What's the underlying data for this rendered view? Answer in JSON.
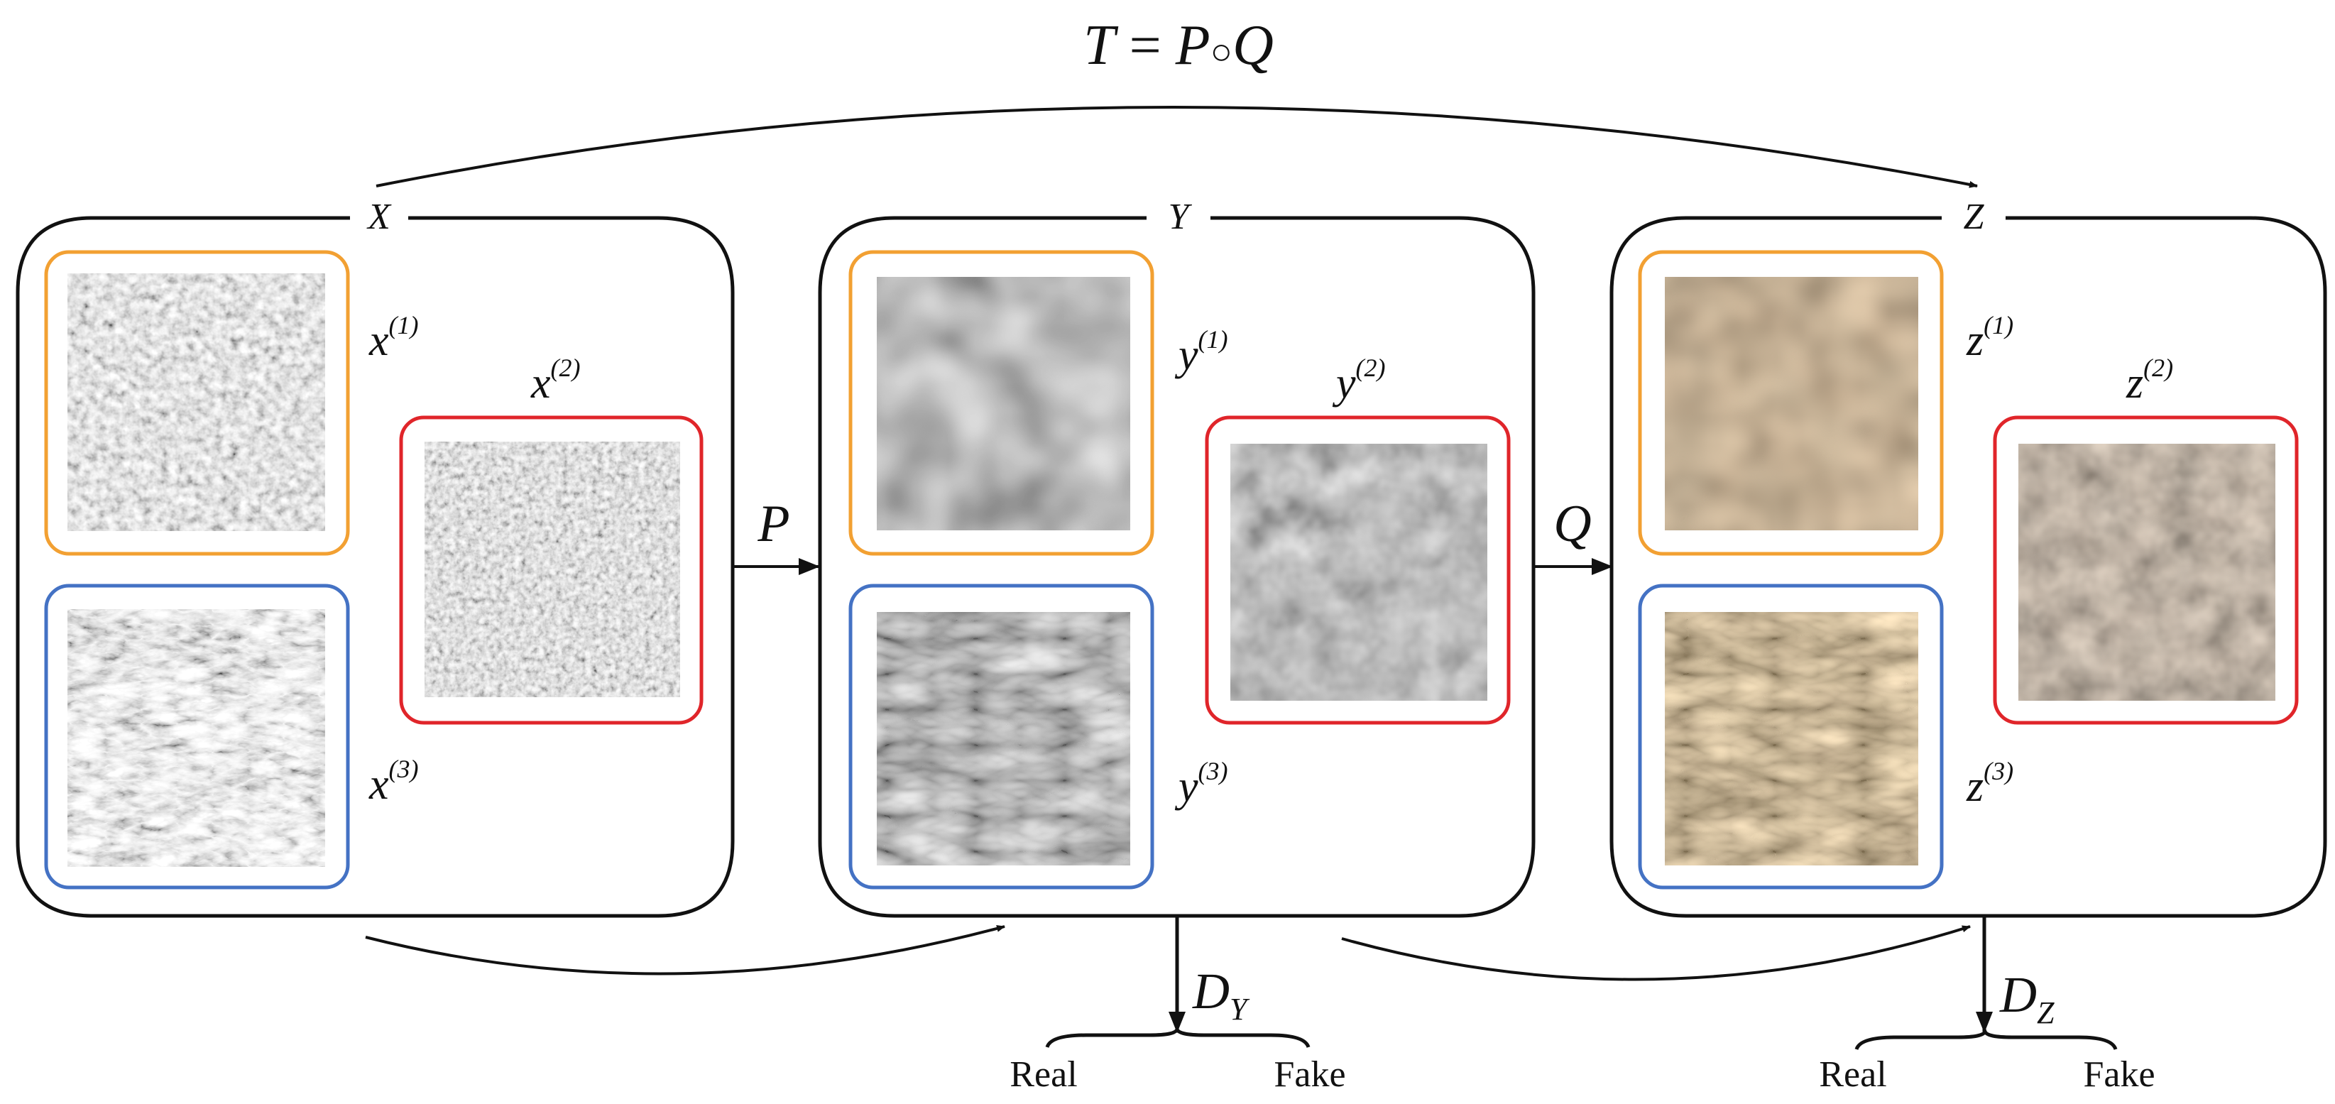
{
  "title": {
    "prefix": "T",
    "eq": " = ",
    "p": "P",
    "compose": "○",
    "q": "Q"
  },
  "domains": [
    {
      "key": "x",
      "label": "X",
      "sup": [
        "(1)",
        "(2)",
        "(3)"
      ]
    },
    {
      "key": "y",
      "label": "Y",
      "sup": [
        "(1)",
        "(2)",
        "(3)"
      ]
    },
    {
      "key": "z",
      "label": "Z",
      "sup": [
        "(1)",
        "(2)",
        "(3)"
      ]
    }
  ],
  "mappings": {
    "p": "P",
    "q": "Q"
  },
  "discriminators": [
    {
      "base": "D",
      "sub": "Y",
      "real": "Real",
      "fake": "Fake"
    },
    {
      "base": "D",
      "sub": "Z",
      "real": "Real",
      "fake": "Fake"
    }
  ],
  "frame_colors": {
    "one": "#f2a032",
    "two": "#e0252a",
    "three": "#4472c4"
  }
}
